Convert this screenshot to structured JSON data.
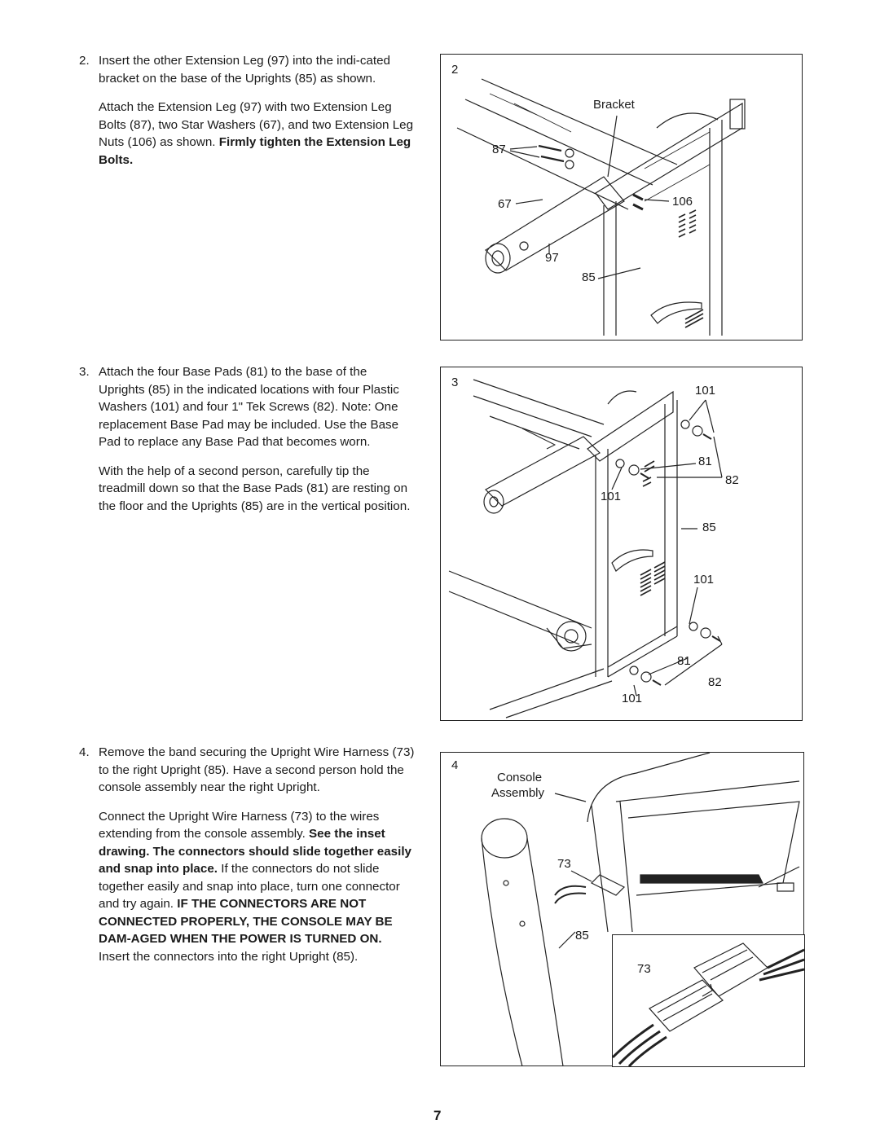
{
  "steps": [
    {
      "number": "2.",
      "para1": "Insert the other Extension Leg (97) into the indi-cated bracket on the base of the Uprights (85) as shown.",
      "para2_plain": "Attach the Extension Leg (97) with two Extension Leg Bolts (87), two Star Washers (67), and two Extension Leg Nuts (106) as shown. ",
      "para2_bold": "Firmly tighten the Extension Leg Bolts."
    },
    {
      "number": "3.",
      "para1": "Attach the four Base Pads (81) to the base of the Uprights (85) in the indicated locations with four Plastic Washers (101) and four 1\" Tek Screws (82). Note: One replacement Base Pad may be included. Use the Base Pad to replace any Base Pad that becomes worn.",
      "para2": "With the help of a second person, carefully tip the treadmill down so that the Base Pads (81) are resting on the floor and the Uprights (85) are in the vertical position."
    },
    {
      "number": "4.",
      "para1": "Remove the band securing the Upright Wire Harness (73) to the right Upright (85). Have a second person hold the console assembly near the right Upright.",
      "para2_a": "Connect the Upright Wire Harness (73) to the wires extending from the console assembly. ",
      "para2_b": "See the inset drawing. The connectors should slide together easily and snap into place.",
      "para2_c": " If the connectors do not slide together easily and snap into place, turn one connector and try again. ",
      "para2_d": "IF THE CONNECTORS ARE NOT CONNECTED PROPERLY, THE CONSOLE MAY BE DAM-AGED WHEN THE POWER IS TURNED ON.",
      "para2_e": " Insert the connectors into the right Upright (85)."
    }
  ],
  "figures": [
    {
      "number": "2",
      "labels": {
        "bracket": "Bracket",
        "p87": "87",
        "p67": "67",
        "p106": "106",
        "p97": "97",
        "p85": "85"
      }
    },
    {
      "number": "3",
      "labels": {
        "p101a": "101",
        "p81a": "81",
        "p82a": "82",
        "p101b": "101",
        "p85": "85",
        "p101c": "101",
        "p81b": "81",
        "p82b": "82",
        "p101d": "101"
      }
    },
    {
      "number": "4",
      "labels": {
        "console_line1": "Console",
        "console_line2": "Assembly",
        "p73a": "73",
        "p85": "85",
        "p73b": "73"
      }
    }
  ],
  "page_number": "7"
}
